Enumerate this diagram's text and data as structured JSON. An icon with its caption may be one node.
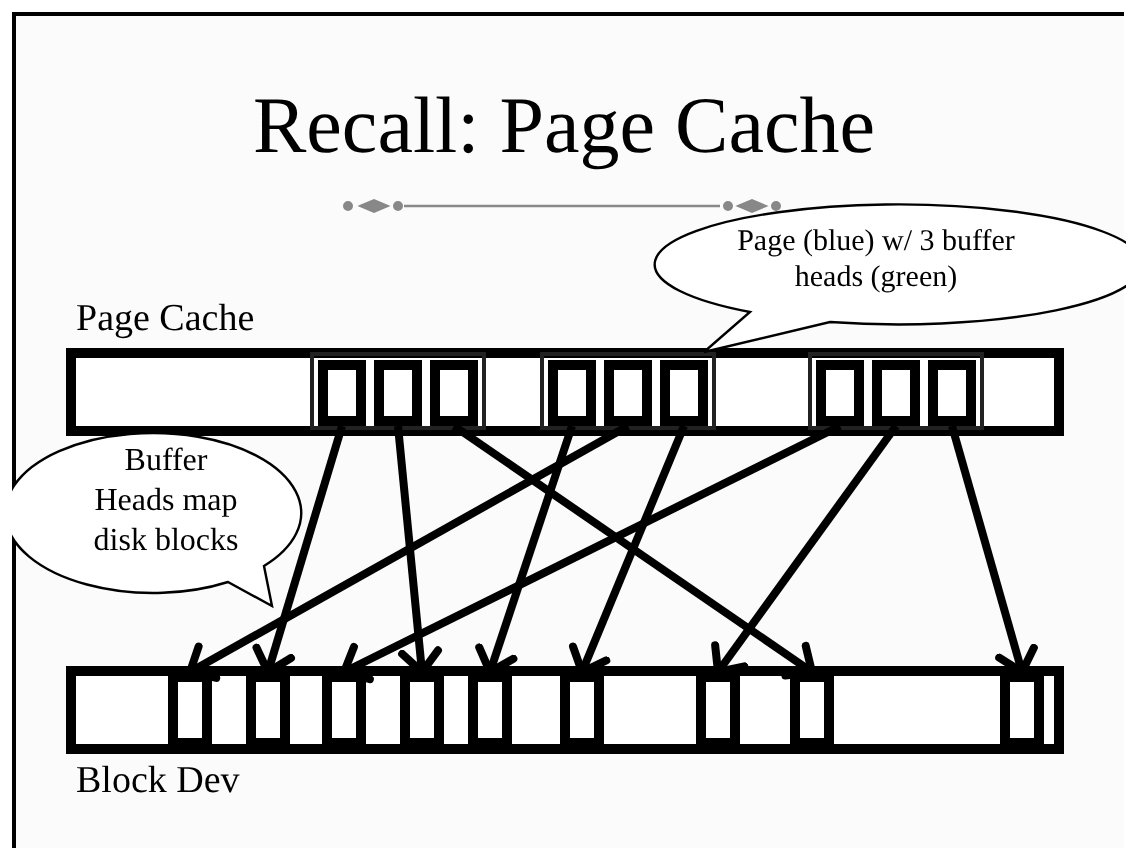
{
  "diagram": {
    "title": "Recall: Page Cache",
    "nodes": [
      {
        "text": [
          "Page (blue) w/ 3 buffer heads (green)"
        ]
      },
      {
        "text": [
          "Page Cache"
        ]
      },
      {
        "text": [],
        "shape": "box",
        "in": 1
      },
      {
        "text": [],
        "shape": "box",
        "in": 1
      },
      {
        "text": [],
        "shape": "box",
        "in": 1
      },
      {
        "text": [],
        "shape": "box",
        "in": 2
      },
      {
        "text": [],
        "shape": "box",
        "in": 2
      },
      {
        "text": [],
        "shape": "box",
        "in": 2
      },
      {
        "text": [],
        "shape": "box",
        "in": 3
      },
      {
        "text": [],
        "shape": "box",
        "in": 3
      },
      {
        "text": [],
        "shape": "box",
        "in": 3
      },
      {
        "text": [],
        "shape": "box",
        "in": 4
      },
      {
        "text": [],
        "shape": "box",
        "in": 4
      },
      {
        "text": [],
        "shape": "box",
        "in": 4
      },
      {
        "text": [
          "Buffer Heads map disk blocks"
        ]
      },
      {
        "text": [
          "Block Dev"
        ]
      },
      {
        "text": [],
        "shape": "box",
        "in": 15
      },
      {
        "text": [],
        "shape": "box",
        "in": 15
      },
      {
        "text": [],
        "shape": "box",
        "in": 15
      },
      {
        "text": [],
        "shape": "box",
        "in": 15
      },
      {
        "text": [],
        "shape": "box",
        "in": 15
      },
      {
        "text": [],
        "shape": "box",
        "in": 15
      },
      {
        "text": [],
        "shape": "box",
        "in": 15
      },
      {
        "text": [],
        "shape": "box",
        "in": 15
      },
      {
        "text": [],
        "shape": "box",
        "in": 15
      }
    ],
    "edges": [
      {
        "from": 5,
        "to": 17,
        "arrow": "to"
      },
      {
        "from": 6,
        "to": 19,
        "arrow": "to"
      },
      {
        "from": 7,
        "to": 23,
        "arrow": "to"
      },
      {
        "from": 8,
        "to": 20,
        "arrow": "to"
      },
      {
        "from": 9,
        "to": 16,
        "arrow": "to"
      },
      {
        "from": 10,
        "to": 21,
        "arrow": "to"
      },
      {
        "from": 11,
        "to": 18,
        "arrow": "to"
      },
      {
        "from": 12,
        "to": 22,
        "arrow": "to"
      },
      {
        "from": 13,
        "to": 24,
        "arrow": "to"
      }
    ]
  }
}
